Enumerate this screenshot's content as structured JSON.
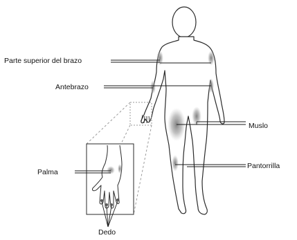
{
  "labels": {
    "upper_arm": "Parte superior del brazo",
    "forearm": "Antebrazo",
    "thigh": "Muslo",
    "calf": "Pantorrilla",
    "palm": "Palma",
    "finger": "Dedo"
  },
  "colors": {
    "outline": "#2a2a2a",
    "leader_line": "#1a1a1a",
    "site_shading": "#8c8c8c",
    "zoom_guides": "#9a9a9a",
    "background": "#ffffff"
  }
}
